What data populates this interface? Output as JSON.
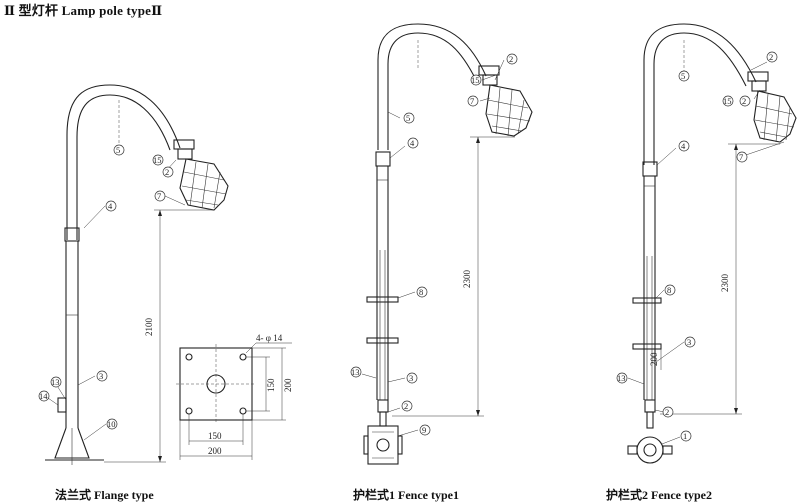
{
  "title": "Ⅱ 型灯杆 Lamp pole typeⅡ",
  "captions": {
    "flange": "法兰式 Flange type",
    "fence1": "护栏式1 Fence type1",
    "fence2": "护栏式2 Fence type2"
  },
  "dimensions": {
    "height_flange": "2100",
    "height_fence1": "2300",
    "height_fence2": "2300",
    "fence2_inner": "200",
    "plate_holes": "4- φ 14",
    "plate_inner_h": "150",
    "plate_outer_h": "200",
    "plate_inner_w": "150",
    "plate_outer_w": "200"
  },
  "callouts": {
    "c1": "1",
    "c2": "2",
    "c3": "3",
    "c4": "4",
    "c5": "5",
    "c7": "7",
    "c8": "8",
    "c9": "9",
    "c10": "10",
    "c13": "13",
    "c14": "14",
    "c15": "15"
  }
}
